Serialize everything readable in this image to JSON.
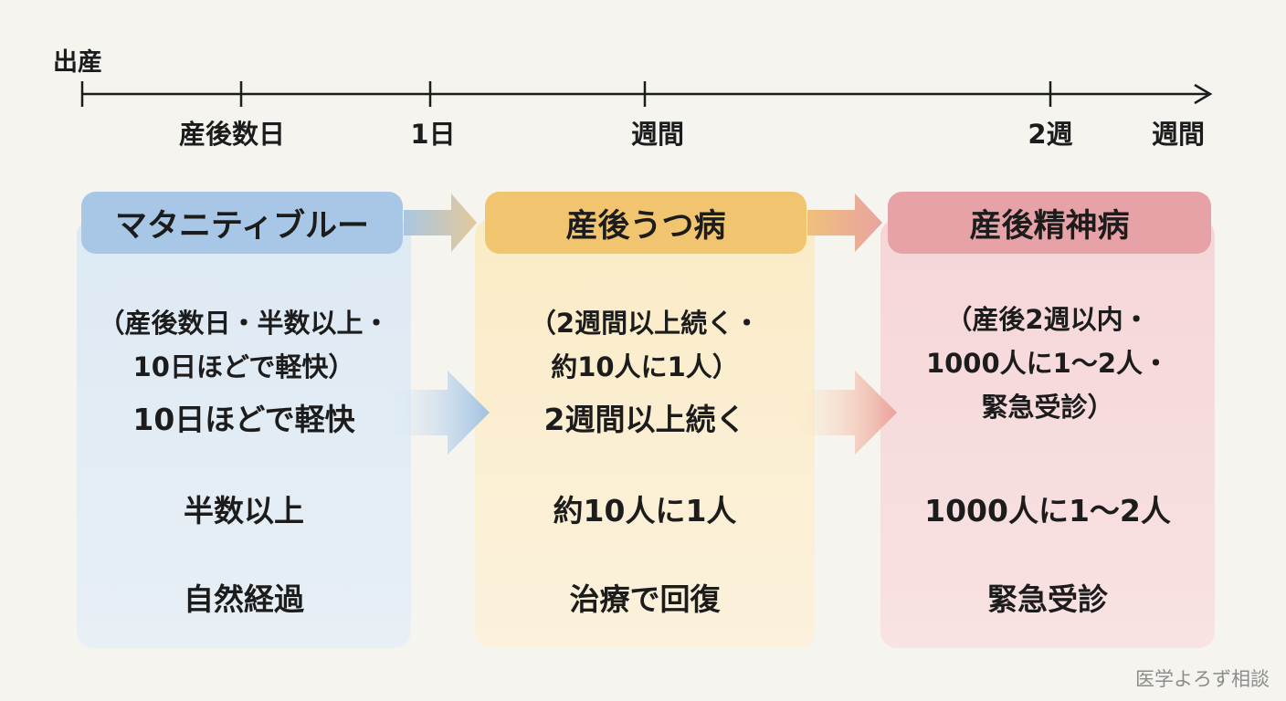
{
  "timeline": {
    "start_label": "出産",
    "ticks": [
      "産後数日",
      "1日",
      "週間",
      "2週",
      "週間"
    ]
  },
  "stages": [
    {
      "title": "マタニティブルー",
      "detail_lines": [
        "（産後数日・半数以上・",
        "10日ほどで軽快）"
      ],
      "items": [
        "10日ほどで軽快",
        "半数以上",
        "自然経過"
      ]
    },
    {
      "title": "産後うつ病",
      "detail_lines": [
        "（2週間以上続く・",
        "約10人に1人）"
      ],
      "items": [
        "2週間以上続く",
        "約10人に1人",
        "治療で回復"
      ]
    },
    {
      "title": "産後精神病",
      "detail_lines": [
        "（産後2週以内・",
        "1000人に1〜2人・",
        "緊急受診）"
      ],
      "items": [
        "",
        "1000人に1〜2人",
        "緊急受診"
      ]
    }
  ],
  "footer": {
    "source": "医学よろず相談"
  },
  "colors": {
    "stage1": "#a8c6e5",
    "stage2": "#f1c46f",
    "stage3": "#e6a2a6"
  }
}
